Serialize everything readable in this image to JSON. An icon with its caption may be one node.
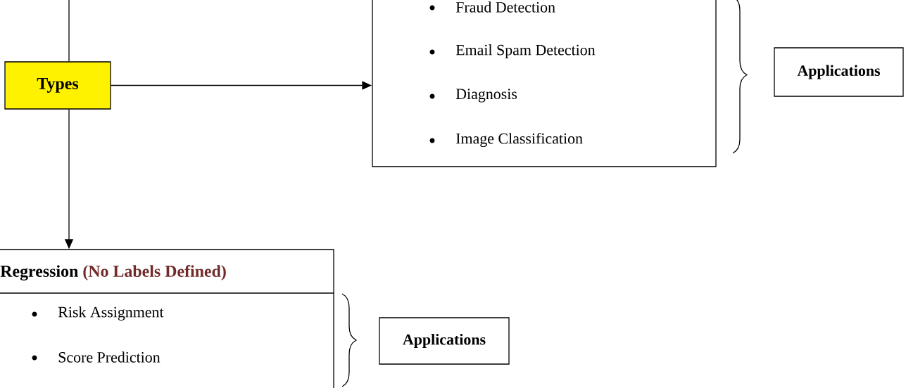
{
  "diagram": {
    "nodes": [
      {
        "text": [
          "Types"
        ]
      },
      {
        "text": [
          "Fraud Detection",
          "Email Spam Detection",
          "Diagnosis",
          "Image Classification"
        ]
      },
      {
        "text": [
          "Applications"
        ]
      },
      {
        "text": [
          "Regression",
          "(No Labels Defined)",
          "Risk Assignment",
          "Score Prediction"
        ]
      },
      {
        "text": [
          "Applications"
        ]
      }
    ],
    "edges": [
      {
        "from": null,
        "to": 0,
        "arrow": "none"
      },
      {
        "from": 0,
        "to": 1,
        "arrow": "to"
      },
      {
        "from": 0,
        "to": 3,
        "arrow": "to"
      }
    ]
  }
}
